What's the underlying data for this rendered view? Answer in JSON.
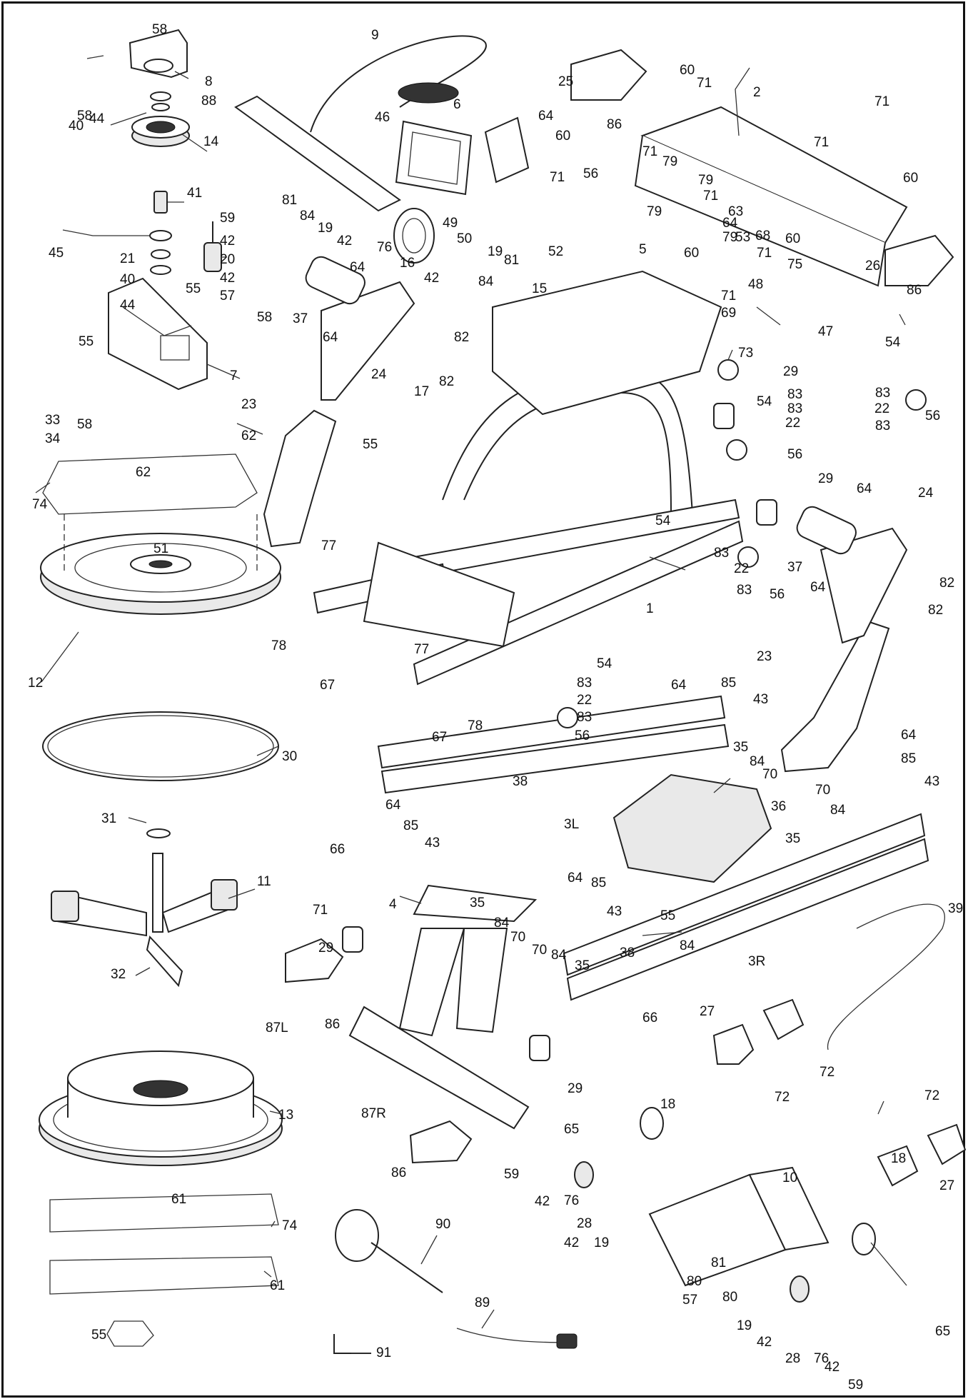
{
  "callouts": {
    "p1": "1",
    "p2": "2",
    "p3L": "3L",
    "p3R": "3R",
    "p4": "4",
    "p5": "5",
    "p6": "6",
    "p7": "7",
    "p8": "8",
    "p9": "9",
    "p10": "10",
    "p11": "11",
    "p12": "12",
    "p13": "13",
    "p14": "14",
    "p15": "15",
    "p16": "16",
    "p17": "17",
    "p18a": "18",
    "p18b": "18",
    "p19a": "19",
    "p19b": "19",
    "p19c": "19",
    "p19d": "19",
    "p20": "20",
    "p21": "21",
    "p22a": "22",
    "p22b": "22",
    "p22c": "22",
    "p22d": "22",
    "p23a": "23",
    "p23b": "23",
    "p24a": "24",
    "p24b": "24",
    "p25": "25",
    "p26": "26",
    "p27a": "27",
    "p27b": "27",
    "p28a": "28",
    "p28b": "28",
    "p29a": "29",
    "p29b": "29",
    "p29c": "29",
    "p29d": "29",
    "p30": "30",
    "p31": "31",
    "p32": "32",
    "p33": "33",
    "p34": "34",
    "p35a": "35",
    "p35b": "35",
    "p35c": "35",
    "p35d": "35",
    "p36": "36",
    "p37a": "37",
    "p37b": "37",
    "p38a": "38",
    "p38b": "38",
    "p39": "39",
    "p40a": "40",
    "p40b": "40",
    "p41": "41",
    "p42a": "42",
    "p42b": "42",
    "p42c": "42",
    "p42d": "42",
    "p42e": "42",
    "p42f": "42",
    "p42g": "42",
    "p42h": "42",
    "p43a": "43",
    "p43b": "43",
    "p43c": "43",
    "p43d": "43",
    "p44a": "44",
    "p44b": "44",
    "p45": "45",
    "p46": "46",
    "p47": "47",
    "p48": "48",
    "p49": "49",
    "p50": "50",
    "p51": "51",
    "p52": "52",
    "p53": "53",
    "p54a": "54",
    "p54b": "54",
    "p54c": "54",
    "p54d": "54",
    "p55a": "55",
    "p55b": "55",
    "p55c": "55",
    "p55d": "55",
    "p55e": "55",
    "p56a": "56",
    "p56b": "56",
    "p56c": "56",
    "p56d": "56",
    "p56e": "56",
    "p57a": "57",
    "p57b": "57",
    "p58a": "58",
    "p58b": "58",
    "p58c": "58",
    "p58d": "58",
    "p59a": "59",
    "p59b": "59",
    "p59c": "59",
    "p60a": "60",
    "p60b": "60",
    "p60c": "60",
    "p60d": "60",
    "p60e": "60",
    "p61a": "61",
    "p61b": "61",
    "p62a": "62",
    "p62b": "62",
    "p63": "63",
    "p64a": "64",
    "p64b": "64",
    "p64c": "64",
    "p64d": "64",
    "p64e": "64",
    "p64f": "64",
    "p64g": "64",
    "p64h": "64",
    "p64i": "64",
    "p64j": "64",
    "p65a": "65",
    "p65b": "65",
    "p66a": "66",
    "p66b": "66",
    "p67a": "67",
    "p67b": "67",
    "p68": "68",
    "p69": "69",
    "p70a": "70",
    "p70b": "70",
    "p70c": "70",
    "p70d": "70",
    "p71a": "71",
    "p71b": "71",
    "p71c": "71",
    "p71d": "71",
    "p71e": "71",
    "p71f": "71",
    "p71g": "71",
    "p71h": "71",
    "p71i": "71",
    "p72a": "72",
    "p72b": "72",
    "p72c": "72",
    "p73": "73",
    "p74a": "74",
    "p74b": "74",
    "p75": "75",
    "p76a": "76",
    "p76b": "76",
    "p76c": "76",
    "p77a": "77",
    "p77b": "77",
    "p78a": "78",
    "p78b": "78",
    "p79a": "79",
    "p79b": "79",
    "p79c": "79",
    "p79d": "79",
    "p80a": "80",
    "p80b": "80",
    "p81a": "81",
    "p81b": "81",
    "p81c": "81",
    "p82a": "82",
    "p82b": "82",
    "p82c": "82",
    "p82d": "82",
    "p83a": "83",
    "p83b": "83",
    "p83c": "83",
    "p83d": "83",
    "p83e": "83",
    "p83f": "83",
    "p83g": "83",
    "p83h": "83",
    "p84a": "84",
    "p84b": "84",
    "p84c": "84",
    "p84d": "84",
    "p84e": "84",
    "p84f": "84",
    "p84g": "84",
    "p85a": "85",
    "p85b": "85",
    "p85c": "85",
    "p85d": "85",
    "p86a": "86",
    "p86b": "86",
    "p86c": "86",
    "p86d": "86",
    "p87L": "87L",
    "p87R": "87R",
    "p88": "88",
    "p89": "89",
    "p90": "90",
    "p91": "91"
  }
}
